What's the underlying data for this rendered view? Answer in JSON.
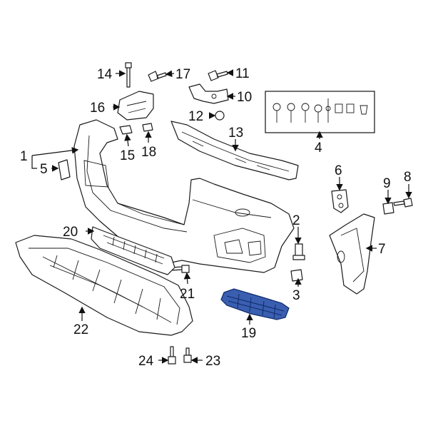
{
  "callouts": [
    {
      "id": "1",
      "text": "1"
    },
    {
      "id": "2",
      "text": "2"
    },
    {
      "id": "3",
      "text": "3"
    },
    {
      "id": "4",
      "text": "4"
    },
    {
      "id": "5",
      "text": "5"
    },
    {
      "id": "6",
      "text": "6"
    },
    {
      "id": "7",
      "text": "7"
    },
    {
      "id": "8",
      "text": "8"
    },
    {
      "id": "9",
      "text": "9"
    },
    {
      "id": "10",
      "text": "10"
    },
    {
      "id": "11",
      "text": "11"
    },
    {
      "id": "12",
      "text": "12"
    },
    {
      "id": "13",
      "text": "13"
    },
    {
      "id": "14",
      "text": "14"
    },
    {
      "id": "15",
      "text": "15"
    },
    {
      "id": "16",
      "text": "16"
    },
    {
      "id": "17",
      "text": "17"
    },
    {
      "id": "18",
      "text": "18"
    },
    {
      "id": "19",
      "text": "19"
    },
    {
      "id": "20",
      "text": "20"
    },
    {
      "id": "21",
      "text": "21"
    },
    {
      "id": "22",
      "text": "22"
    },
    {
      "id": "23",
      "text": "23"
    },
    {
      "id": "24",
      "text": "24"
    }
  ],
  "colors": {
    "line": "#1a1a1a",
    "highlight": "#3a5fb0",
    "background": "#ffffff"
  }
}
